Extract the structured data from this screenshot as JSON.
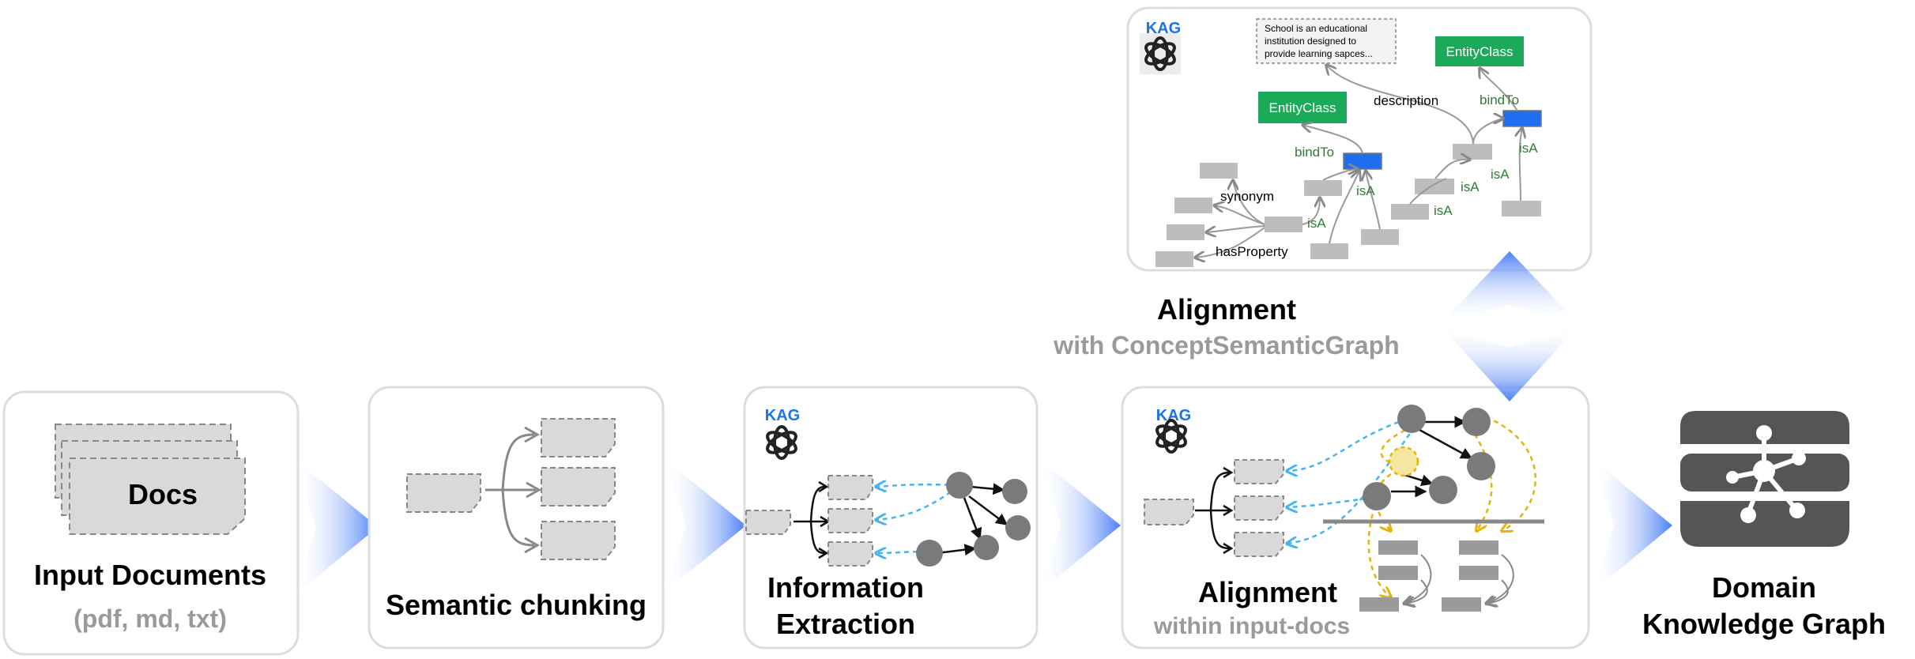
{
  "stages": {
    "input": {
      "title": "Input Documents",
      "subtitle": "(pdf, md, txt)",
      "doc_label": "Docs"
    },
    "chunking": {
      "title": "Semantic chunking"
    },
    "extraction": {
      "title_line1": "Information",
      "title_line2": "Extraction"
    },
    "align_docs": {
      "title": "Alignment",
      "subtitle": "within input-docs"
    },
    "align_concept": {
      "title": "Alignment",
      "subtitle": "with ConceptSemanticGraph"
    },
    "output": {
      "title_line1": "Domain",
      "title_line2": "Knowledge Graph"
    }
  },
  "kag_badge": "KAG",
  "concept_graph": {
    "note_lines": [
      "School is an educational",
      "institution designed to",
      "provide learning sapces..."
    ],
    "entity_class_1": "EntityClass",
    "entity_class_2": "EntityClass",
    "bind_to_1": "bindTo",
    "bind_to_2": "bindTo",
    "description": "description",
    "synonym": "synonym",
    "has_property": "hasProperty",
    "isA_labels": [
      "isA",
      "isA",
      "isA",
      "isA",
      "isA",
      "isA"
    ]
  },
  "colors": {
    "chevron": "#4a7ff5",
    "entity_green": "#1aaa5a",
    "bind_blue": "#1f6ef0",
    "node_gray": "#7a7a7a",
    "dashed_blue": "#45b4f0",
    "dashed_yellow": "#e4b40c"
  }
}
